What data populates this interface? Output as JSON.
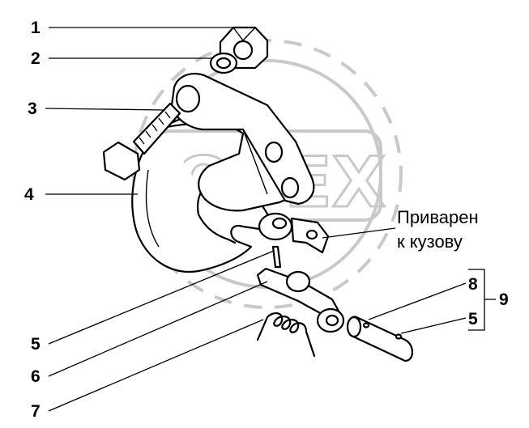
{
  "callouts": [
    {
      "id": "c1",
      "label": "1"
    },
    {
      "id": "c2",
      "label": "2"
    },
    {
      "id": "c3",
      "label": "3"
    },
    {
      "id": "c4",
      "label": "4"
    },
    {
      "id": "c5a",
      "label": "5"
    },
    {
      "id": "c6",
      "label": "6"
    },
    {
      "id": "c7",
      "label": "7"
    },
    {
      "id": "c8",
      "label": "8"
    },
    {
      "id": "c5b",
      "label": "5"
    },
    {
      "id": "c9",
      "label": "9"
    }
  ],
  "annotation": {
    "line1": "Приварен",
    "line2": "к кузову"
  },
  "watermark": {
    "text": "OPEX"
  }
}
